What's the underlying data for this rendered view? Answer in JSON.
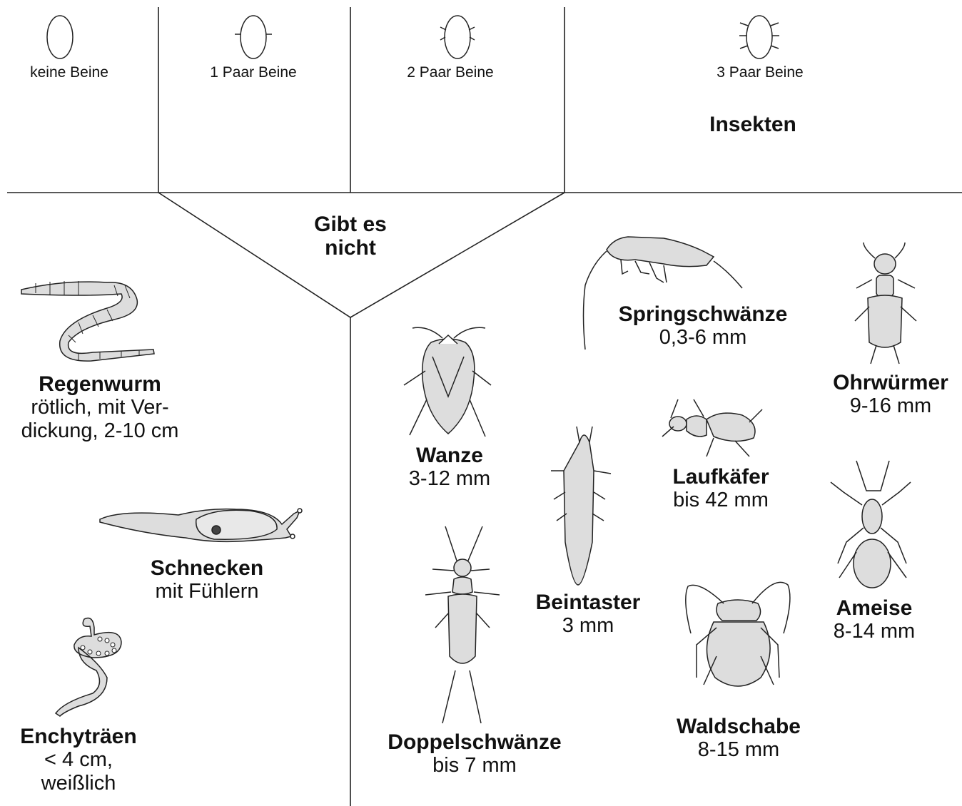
{
  "columns": [
    {
      "label": "keine Beine",
      "legs": 0
    },
    {
      "label": "1 Paar Beine",
      "legs": 1
    },
    {
      "label": "2 Paar Beine",
      "legs": 2
    },
    {
      "label": "3 Paar Beine",
      "legs": 3
    }
  ],
  "group_label": "Insekten",
  "empty_region_label": "Gibt es nicht",
  "animals": {
    "regenwurm": {
      "name": "Regenwurm",
      "line1": "rötlich, mit Ver-",
      "line2": "dickung, 2-10 cm"
    },
    "schnecken": {
      "name": "Schnecken",
      "line1": "mit Fühlern"
    },
    "enchytraeen": {
      "name": "Enchyträen",
      "line1": "< 4 cm,",
      "line2": "weißlich"
    },
    "wanze": {
      "name": "Wanze",
      "line1": "3-12 mm"
    },
    "springschwaenze": {
      "name": "Springschwänze",
      "line1": "0,3-6 mm"
    },
    "ohrwuermer": {
      "name": "Ohrwürmer",
      "line1": "9-16 mm"
    },
    "laufkaefer": {
      "name": "Laufkäfer",
      "line1": "bis 42 mm"
    },
    "beintaster": {
      "name": "Beintaster",
      "line1": "3 mm"
    },
    "ameise": {
      "name": "Ameise",
      "line1": "8-14 mm"
    },
    "doppelschwaenze": {
      "name": "Doppelschwänze",
      "line1": "bis 7 mm"
    },
    "waldschabe": {
      "name": "Waldschabe",
      "line1": "8-15 mm"
    }
  }
}
